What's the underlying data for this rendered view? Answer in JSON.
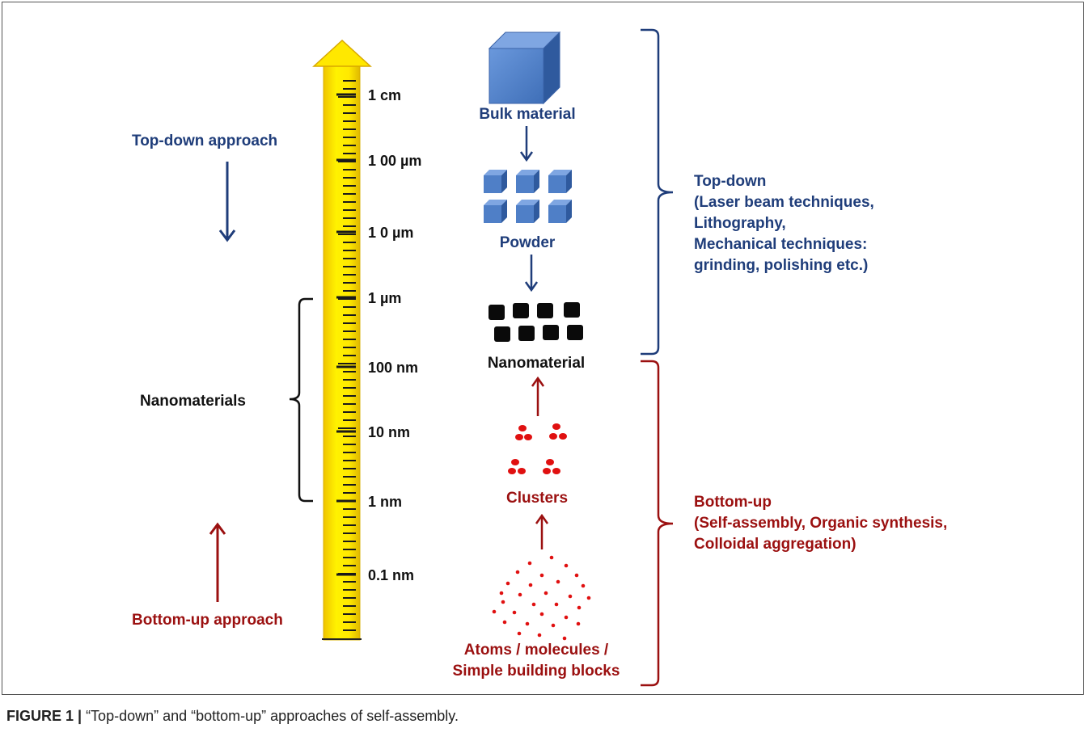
{
  "left": {
    "top_down_label": "Top-down approach",
    "bottom_up_label": "Bottom-up approach",
    "nanomaterials_label": "Nanomaterials"
  },
  "scale": {
    "ticks": [
      "1 cm",
      "1 00 µm",
      "1 0 µm",
      "1 µm",
      "100 nm",
      "10 nm",
      "1 nm",
      "0.1 nm"
    ]
  },
  "center": {
    "bulk": "Bulk material",
    "powder": "Powder",
    "nanomaterial": "Nanomaterial",
    "clusters": "Clusters",
    "atoms_line1": "Atoms / molecules /",
    "atoms_line2": "Simple building blocks"
  },
  "right": {
    "top_down": {
      "title": "Top-down",
      "lines": [
        "(Laser beam techniques,",
        "Lithography,",
        "Mechanical techniques:",
        "grinding, polishing etc.)"
      ]
    },
    "bottom_up": {
      "title": "Bottom-up",
      "lines": [
        "(Self-assembly, Organic synthesis,",
        "Colloidal aggregation)"
      ]
    }
  },
  "caption": {
    "label": "FIGURE 1 |",
    "text": " “Top-down” and “bottom-up” approaches of self-assembly."
  },
  "colors": {
    "blue": "#1f3d7a",
    "red": "#9b1010",
    "yellow": "#ffee00",
    "cube": "#4f7fc7"
  }
}
